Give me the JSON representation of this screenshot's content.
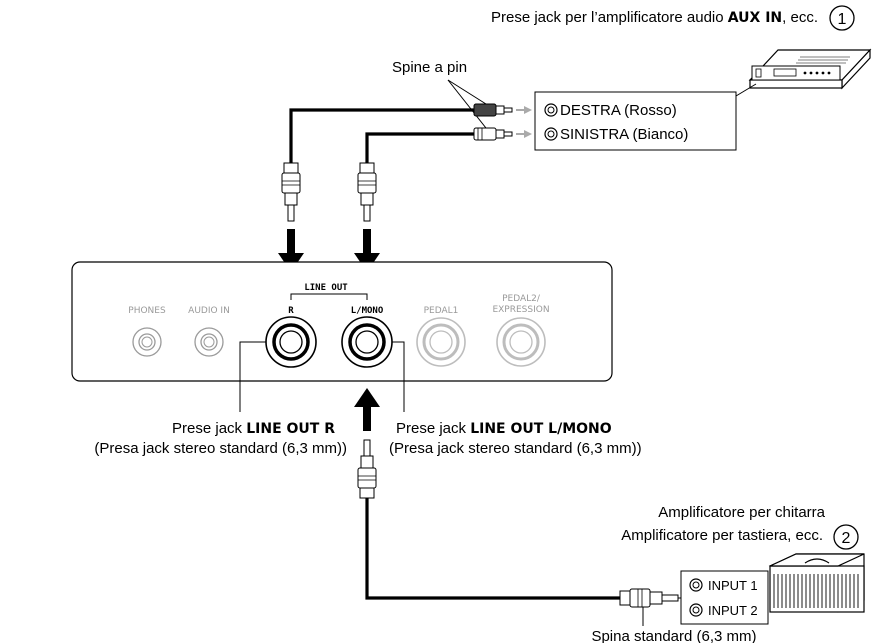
{
  "colors": {
    "line": "#000000",
    "grey": "#9a9a9a",
    "pale": "#bdbdbd"
  },
  "labels": {
    "aux_title_prefix": "Prese jack per l’amplificatore audio ",
    "aux_title_bold": "AUX IN",
    "aux_title_suffix": ", ecc.",
    "marker_1": "1",
    "pin_plugs": "Spine a pin",
    "right_red": "DESTRA (Rosso)",
    "left_white": "SINISTRA (Bianco)",
    "line_out_r_prefix": "Prese jack ",
    "line_out_r_bold": "LINE OUT R",
    "line_out_r_note": "(Presa jack stereo standard (6,3 mm))",
    "line_out_l_prefix": "Prese jack ",
    "line_out_l_bold": "LINE OUT L/MONO",
    "line_out_l_note": "(Presa jack stereo standard (6,3 mm))",
    "guitar_amp": "Amplificatore per chitarra",
    "keyboard_amp": "Amplificatore per tastiera, ecc.",
    "marker_2": "2",
    "input_1": "INPUT 1",
    "input_2": "INPUT 2",
    "standard_plug": "Spina standard (6,3 mm)"
  },
  "panel": {
    "phones": "PHONES",
    "audio_in": "AUDIO IN",
    "line_out": "LINE OUT",
    "r": "R",
    "l_mono": "L/MONO",
    "pedal1": "PEDAL1",
    "pedal2_line1": "PEDAL2/",
    "pedal2_line2": "EXPRESSION"
  }
}
